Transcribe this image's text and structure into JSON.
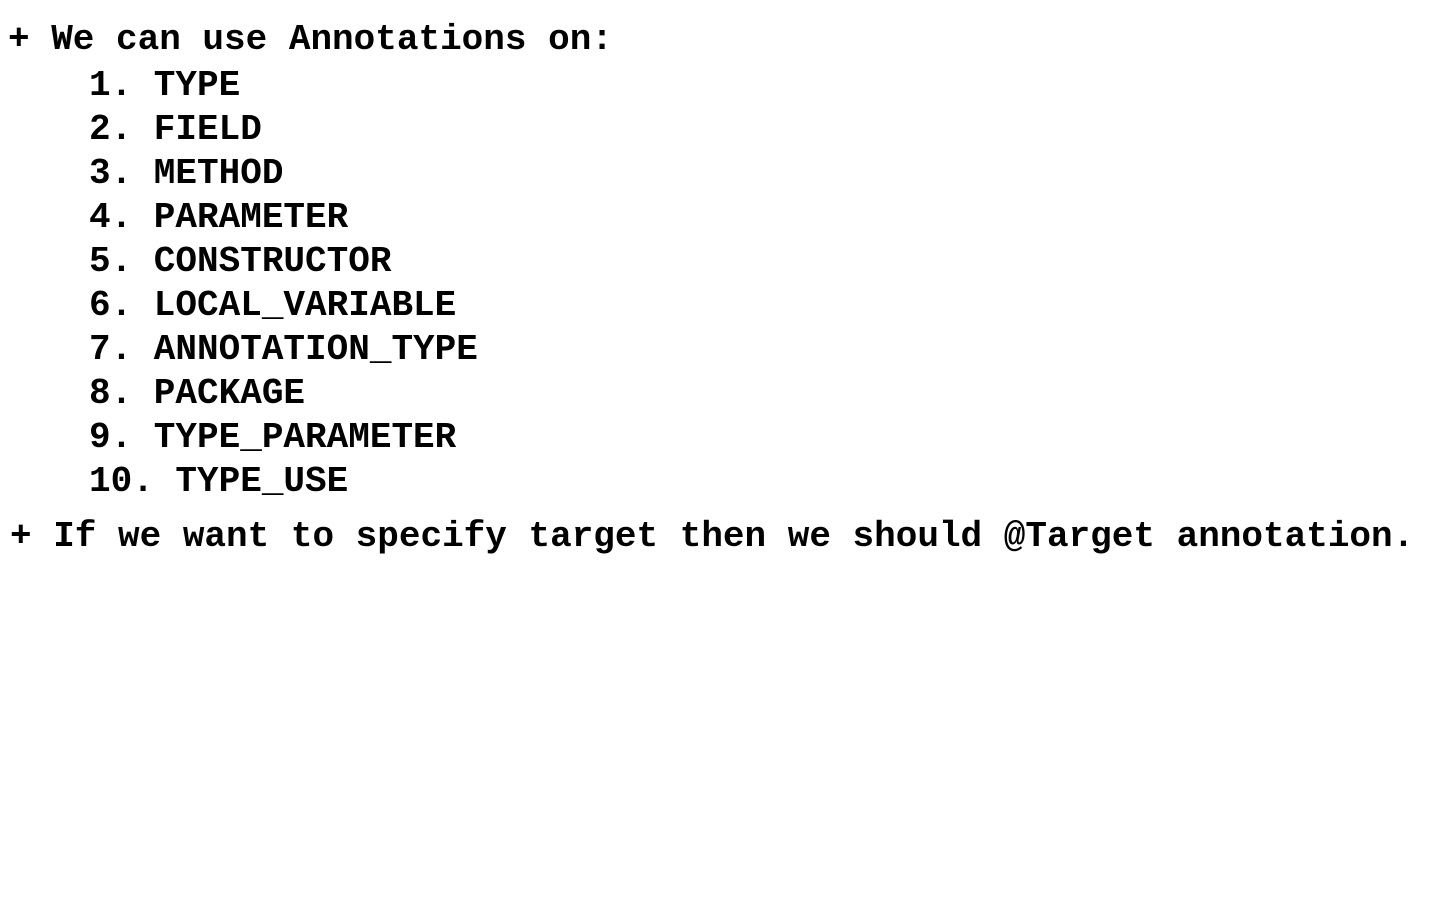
{
  "heading": "+ We can use Annotations on:",
  "targets": [
    "1. TYPE",
    "2. FIELD",
    "3. METHOD",
    "4. PARAMETER",
    "5. CONSTRUCTOR",
    "6. LOCAL_VARIABLE",
    "7. ANNOTATION_TYPE",
    "8. PACKAGE",
    "9. TYPE_PARAMETER",
    "10. TYPE_USE"
  ],
  "footer": "+ If we want to specify target then we should @Target annotation."
}
